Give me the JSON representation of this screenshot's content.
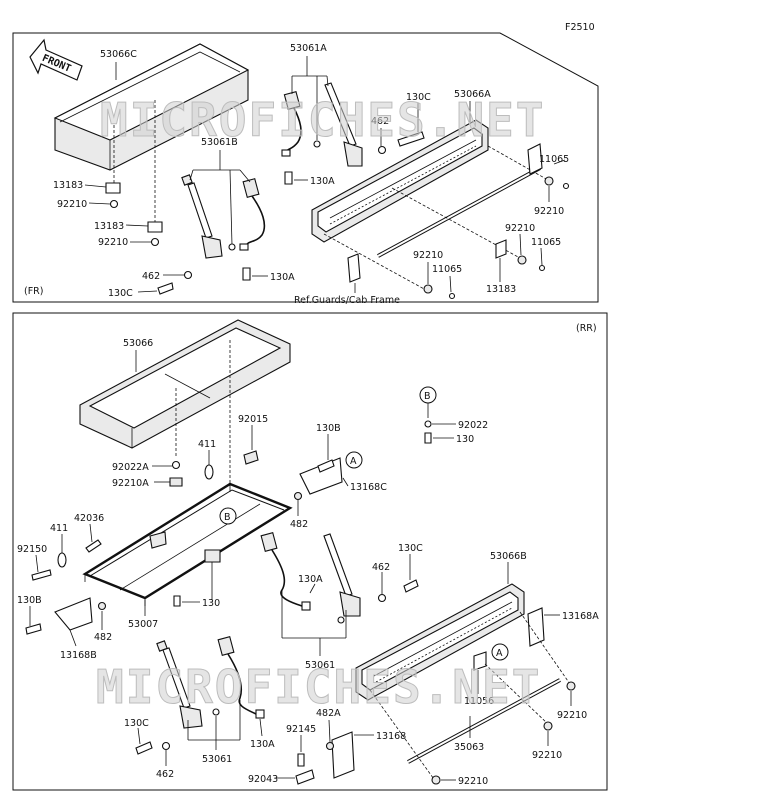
{
  "figure_id": "F2510",
  "front_label": "FRONT",
  "watermark": "MICROFICHES.NET",
  "top_panel": {
    "section_label": "(FR)",
    "ref_note": "Ref.Guards/Cab Frame",
    "labels": {
      "p53066C": "53066C",
      "p53061A": "53061A",
      "p130C_a": "130C",
      "p53066A": "53066A",
      "p462_a": "462",
      "p130A_a": "130A",
      "p53061B": "53061B",
      "p11065_a": "11065",
      "p13183_a": "13183",
      "p92210_a": "92210",
      "p13183_b": "13183",
      "p92210_b": "92210",
      "p92210_c": "92210",
      "p11065_b": "11065",
      "p92210_d": "92210",
      "p11065_c": "11065",
      "p462_b": "462",
      "p130A_b": "130A",
      "p130C_b": "130C",
      "p13183_c": "13183",
      "p92210_e": "92210"
    }
  },
  "bottom_panel": {
    "section_label": "(RR)",
    "callout_a": "A",
    "callout_b": "B",
    "labels": {
      "p53066": "53066",
      "p411_a": "411",
      "p92015": "92015",
      "p130B_a": "130B",
      "p92022A": "92022A",
      "p92210A": "92210A",
      "p13168C": "13168C",
      "p92022": "92022",
      "p130": "130",
      "p42036": "42036",
      "p411_b": "411",
      "p92150": "92150",
      "p482_a": "482",
      "p130C_a": "130C",
      "p53066B": "53066B",
      "p130A_a": "130A",
      "p462": "462",
      "p130B_b": "130B",
      "p130_b": "130",
      "p53007": "53007",
      "p13168A": "13168A",
      "p482_b": "482",
      "p13168B": "13168B",
      "p53061_a": "53061",
      "p11056": "11056",
      "p92210_a": "92210",
      "p130C_b": "130C",
      "p482A": "482A",
      "p92145": "92145",
      "p13168": "13168",
      "p35063": "35063",
      "p92210_b": "92210",
      "p130A_b": "130A",
      "p462_b": "462",
      "p53061_b": "53061",
      "p92043": "92043",
      "p92210_c": "92210"
    }
  }
}
